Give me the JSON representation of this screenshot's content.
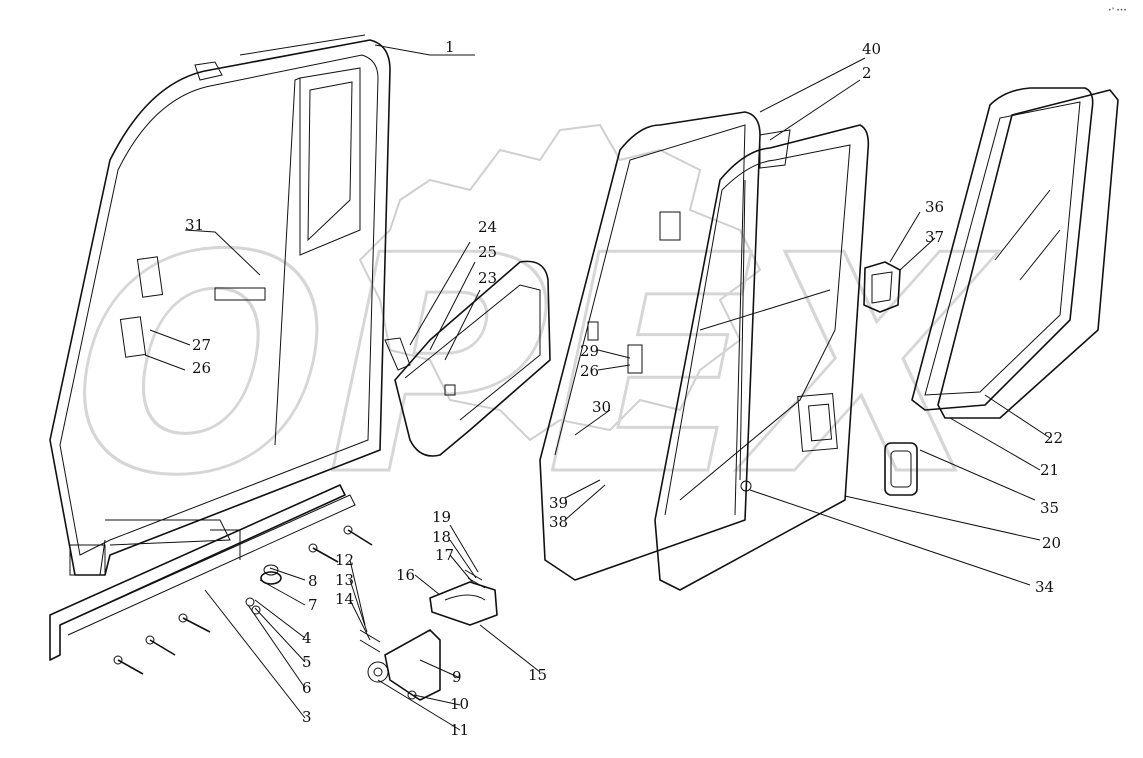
{
  "corner_mark": "•\" •••",
  "watermark": {
    "text": "OPEX",
    "color": "#d0d0d0"
  },
  "colors": {
    "line": "#111111",
    "background": "#ffffff"
  },
  "callouts": [
    {
      "id": "c1",
      "text": "1"
    },
    {
      "id": "c40",
      "text": "40"
    },
    {
      "id": "c2",
      "text": "2"
    },
    {
      "id": "c31",
      "text": "31"
    },
    {
      "id": "c24",
      "text": "24"
    },
    {
      "id": "c25",
      "text": "25"
    },
    {
      "id": "c23",
      "text": "23"
    },
    {
      "id": "c27",
      "text": "27"
    },
    {
      "id": "c26a",
      "text": "26"
    },
    {
      "id": "c36",
      "text": "36"
    },
    {
      "id": "c37",
      "text": "37"
    },
    {
      "id": "c29",
      "text": "29"
    },
    {
      "id": "c26b",
      "text": "26"
    },
    {
      "id": "c30",
      "text": "30"
    },
    {
      "id": "c39",
      "text": "39"
    },
    {
      "id": "c38",
      "text": "38"
    },
    {
      "id": "c22",
      "text": "22"
    },
    {
      "id": "c21",
      "text": "21"
    },
    {
      "id": "c35",
      "text": "35"
    },
    {
      "id": "c20",
      "text": "20"
    },
    {
      "id": "c34",
      "text": "34"
    },
    {
      "id": "c19",
      "text": "19"
    },
    {
      "id": "c18",
      "text": "18"
    },
    {
      "id": "c17",
      "text": "17"
    },
    {
      "id": "c16",
      "text": "16"
    },
    {
      "id": "c15",
      "text": "15"
    },
    {
      "id": "c12",
      "text": "12"
    },
    {
      "id": "c13",
      "text": "13"
    },
    {
      "id": "c14",
      "text": "14"
    },
    {
      "id": "c8",
      "text": "8"
    },
    {
      "id": "c7",
      "text": "7"
    },
    {
      "id": "c4",
      "text": "4"
    },
    {
      "id": "c5",
      "text": "5"
    },
    {
      "id": "c6",
      "text": "6"
    },
    {
      "id": "c3",
      "text": "3"
    },
    {
      "id": "c9",
      "text": "9"
    },
    {
      "id": "c10",
      "text": "10"
    },
    {
      "id": "c11",
      "text": "11"
    }
  ]
}
